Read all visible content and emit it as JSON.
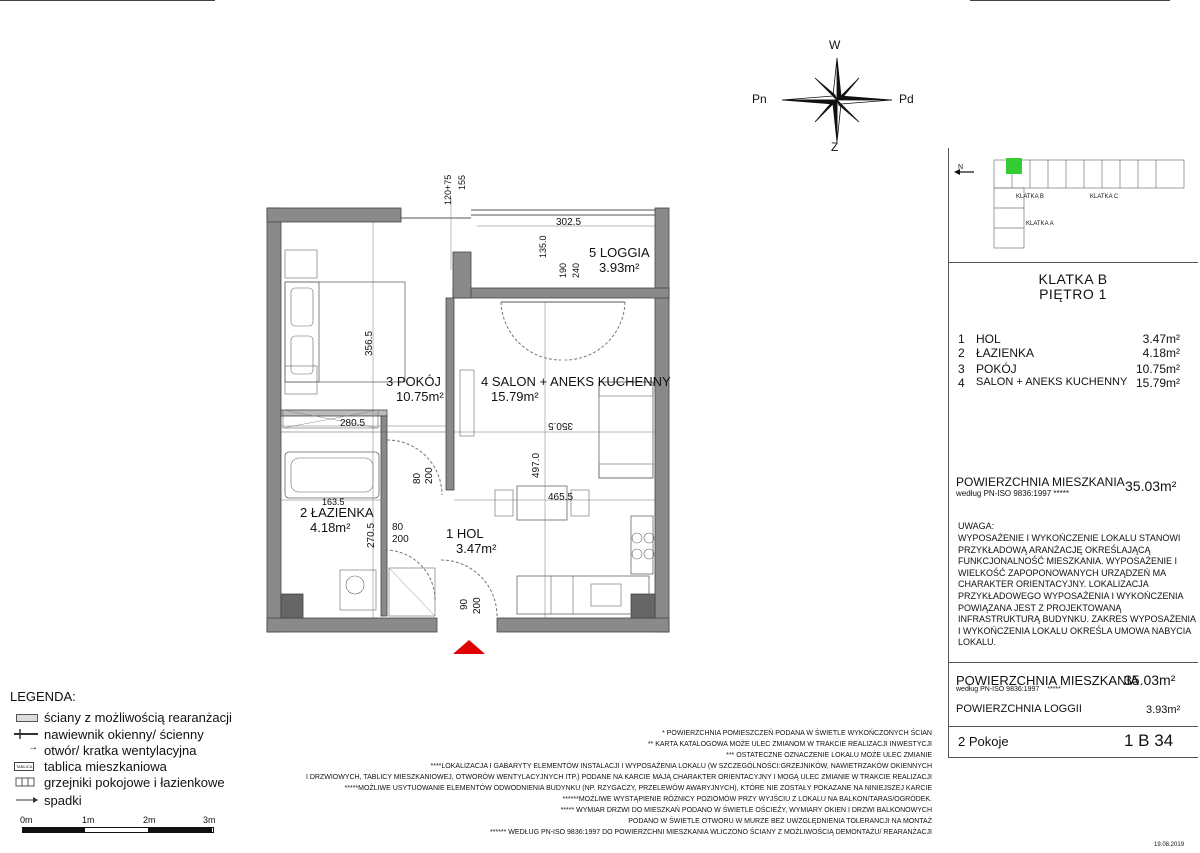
{
  "compass": {
    "n": "W",
    "s": "Z",
    "w": "Pn",
    "e": "Pd"
  },
  "plan": {
    "rooms": [
      {
        "no": "5",
        "name": "LOGGIA",
        "area": "3.93m²"
      },
      {
        "no": "3",
        "name": "POKÓJ",
        "area": "10.75m²"
      },
      {
        "no": "4",
        "name": "SALON + ANEKS KUCHENNY",
        "area": "15.79m²"
      },
      {
        "no": "2",
        "name": "ŁAZIENKA",
        "area": "4.18m²"
      },
      {
        "no": "1",
        "name": "HOL",
        "area": "3.47m²"
      }
    ],
    "dims": {
      "d_302_5": "302.5",
      "d_120_75": "120+75",
      "d_155": "155",
      "d_135": "135.0",
      "d_190": "190",
      "d_240": "240",
      "d_356_5": "356.5",
      "d_280_5": "280.5",
      "d_350_5": "350.5",
      "d_497": "497.0",
      "d_465_5": "465.5",
      "d_163_5": "163.5",
      "d_270_5": "270.5",
      "d_80a": "80",
      "d_200a": "200",
      "d_80b": "80",
      "d_200b": "200",
      "d_90": "90",
      "d_200c": "200"
    }
  },
  "keyplan": {
    "arrow": "N",
    "labels": [
      "KLATKA B",
      "KLATKA C",
      "KLATKA A"
    ]
  },
  "info": {
    "staircase": "KLATKA B",
    "floor": "PIĘTRO 1",
    "rooms": [
      {
        "no": "1",
        "name": "HOL",
        "area": "3.47m²"
      },
      {
        "no": "2",
        "name": "ŁAZIENKA",
        "area": "4.18m²"
      },
      {
        "no": "3",
        "name": "POKÓJ",
        "area": "10.75m²"
      },
      {
        "no": "4",
        "name": "SALON + ANEKS KUCHENNY",
        "area": "15.79m²"
      }
    ],
    "area_label": "POWIERZCHNIA MIESZKANIA",
    "area_norm": "według PN-ISO 9836:1997 *****",
    "area_value": "35.03m²",
    "notice_title": "UWAGA:",
    "notice_lines": [
      "WYPOSAŻENIE I WYKOŃCZENIE LOKALU STANOWI",
      "PRZYKŁADOWĄ ARANŻACJĘ OKREŚLAJĄCĄ",
      "FUNKCJONALNOŚĆ MIESZKANIA. WYPOSAŻENIE I",
      "WIELKOŚĆ ZAPOPONOWANYCH URZĄDZEŃ MA",
      "CHARAKTER ORIENTACYJNY. LOKALIZACJA",
      "PRZYKŁADOWEGO WYPOSAŻENIA I WYKOŃCZENIA",
      "POWIĄZANA JEST Z PROJEKTOWANĄ",
      "INFRASTRUKTURĄ BUDYNKU. ZAKRES WYPOSAŻENIA",
      "I WYKOŃCZENIA LOKALU OKREŚLA UMOWA NABYCIA",
      "LOKALU."
    ],
    "area2_label": "POWIERZCHNIA MIESZKANIA",
    "area2_value": "35.03m²",
    "area2_norm": "według PN-ISO 9836:1997",
    "area2_stars": "*****",
    "loggia_label": "POWIERZCHNIA LOGGII",
    "loggia_value": "3.93m²",
    "rooms_count": "2 Pokoje",
    "unit_code": "1 B 34"
  },
  "legend": {
    "title": "LEGENDA:",
    "items": [
      "ściany z możliwością rearanżacji",
      "nawiewnik okienny/ ścienny",
      "otwór/ kratka wentylacyjna",
      "tablica mieszkaniowa",
      "grzejniki pokojowe i łazienkowe",
      "spadki"
    ],
    "tablica_tag": "TABLICA"
  },
  "scale": {
    "labels": [
      "0m",
      "1m",
      "2m",
      "3m"
    ]
  },
  "footnotes": [
    "* POWIERZCHNIA POMIESZCZEŃ PODANA W ŚWIETLE WYKOŃCZONYCH ŚCIAN",
    "** KARTA KATALOGOWA MOŻE ULEC ZMIANOM W TRAKCIE REALIZACJI INWESTYCJI",
    "*** OSTATECZNE OZNACZENIE LOKALU MOŻE ULEC ZMIANIE",
    "****LOKALIZACJA I GABARYTY ELEMENTÓW INSTALACJI I WYPOSAŻENIA LOKALU (W SZCZEGÓLNOŚCI:GRZEJNIKÓW, NAWIETRZAKÓW OKIENNYCH",
    "I DRZWIOWYCH, TABLICY MIESZKANIOWEJ, OTWORÓW WENTYLACYJNYCH ITP.) PODANE NA KARCIE MAJĄ CHARAKTER ORIENTACYJNY I MOGĄ ULEC ZMIANIE W TRAKCIE REALIZACJI",
    "*****MOŻLIWE USYTUOWANIE ELEMENTÓW ODWODNIENIA BUDYNKU (NP. RZYGACZY, PRZELEWÓW AWARYJNYCH), KTÓRE NIE ZOSTAŁY POKAZANE NA NINIEJSZEJ KARCIE",
    "******MOŻLIWE WYSTĄPIENIE RÓŻNICY POZIOMÓW PRZY WYJŚCIU Z LOKALU NA BALKON/TARAS/OGRÓDEK.",
    "***** WYMIAR DRZWI DO MIESZKAŃ PODANO W ŚWIETLE OŚCIEŻY, WYMIARY OKIEN I DRZWI BALKONOWYCH",
    "PODANO W ŚWIETLE OTWORU W MURZE BEZ UWZGLĘDNIENIA TOLERANCJI NA MONTAŻ",
    "****** WEDŁUG PN-ISO 9836:1997 DO POWIERZCHNI MIESZKANIA WLICZONO ŚCIANY Z MOŻLIWOŚCIĄ DEMONTAŻU/ REARANŻACJI"
  ],
  "date": "19.08.2019"
}
